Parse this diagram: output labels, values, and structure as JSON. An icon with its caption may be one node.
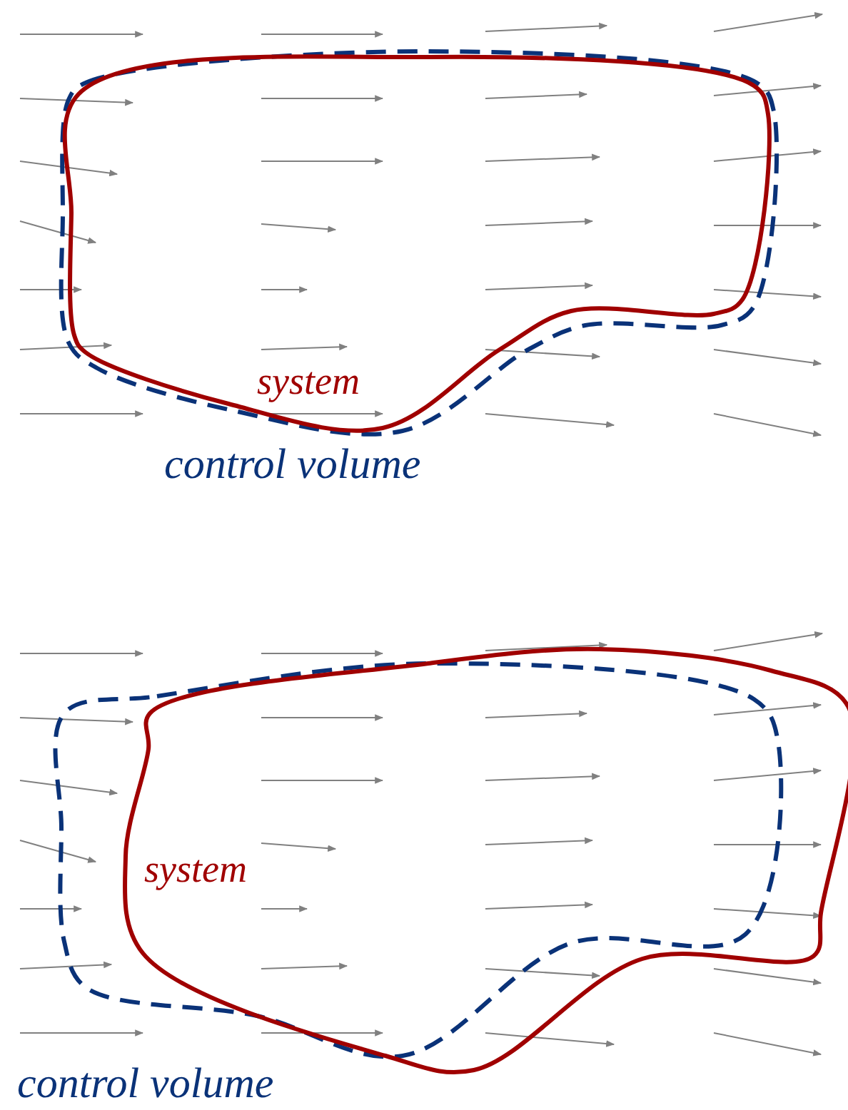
{
  "diagram": {
    "labels": [
      "system",
      "control volume",
      "system",
      "control volume"
    ]
  }
}
